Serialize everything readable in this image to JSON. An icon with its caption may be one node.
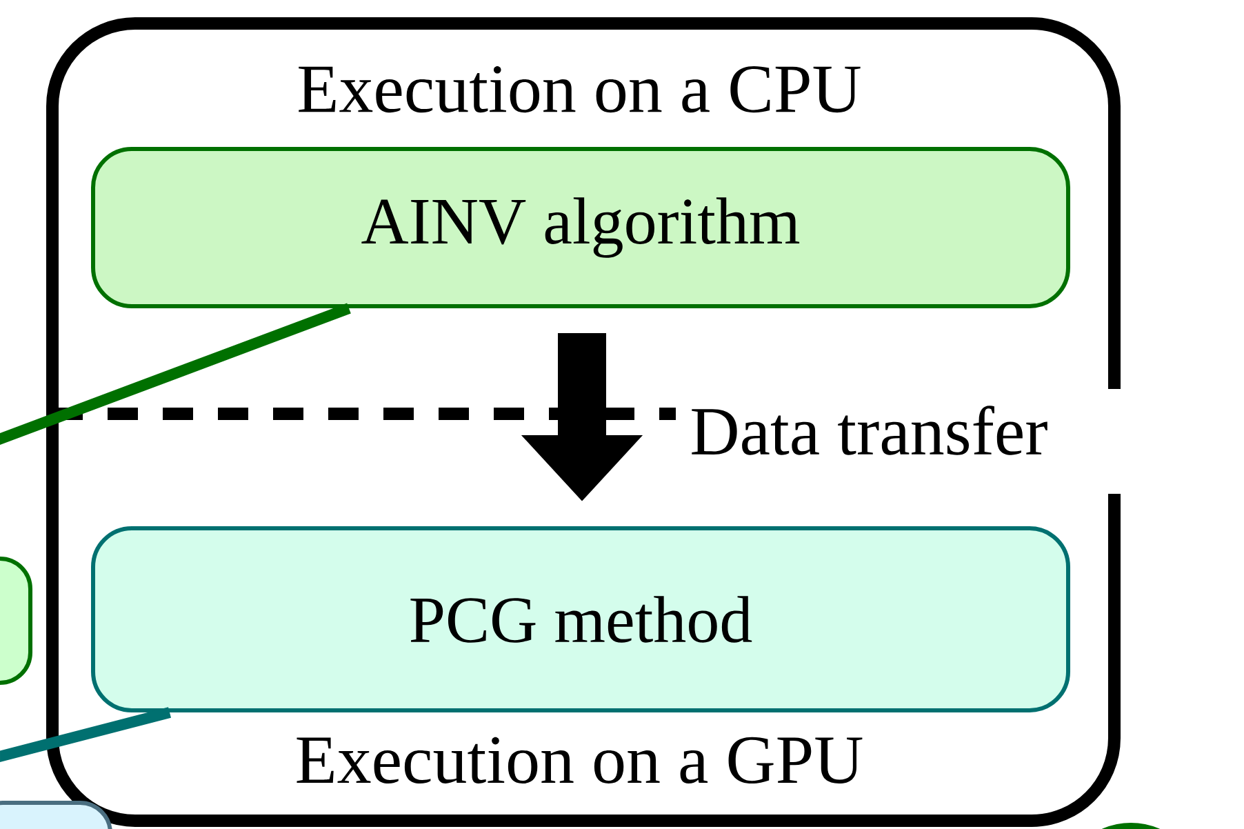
{
  "diagram": {
    "nodes": [
      {
        "text": [
          "Execution on a CPU",
          "Execution on a GPU"
        ]
      },
      {
        "text": [
          "AINV algorithm"
        ],
        "in": 0
      },
      {
        "text": [
          "PCG method"
        ],
        "in": 0
      },
      {
        "text": [],
        "shape": "box"
      },
      {
        "text": [],
        "shape": "box"
      },
      {
        "text": [],
        "shape": "circle"
      }
    ],
    "edges": [
      {
        "from": 1,
        "to": 2,
        "arrow": "to",
        "style": "thick"
      },
      {
        "from": 1,
        "to": null,
        "arrow": "none",
        "color": "#007000"
      },
      {
        "from": 2,
        "to": null,
        "arrow": "none",
        "color": "#007070"
      }
    ],
    "labels": [
      "Data transfer"
    ]
  }
}
